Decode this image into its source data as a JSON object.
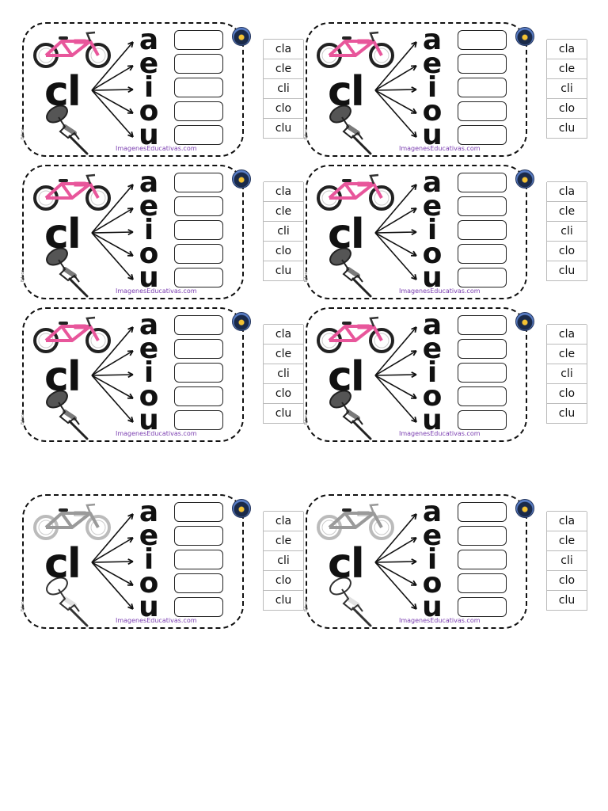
{
  "syllable_base": "cl",
  "vowels": [
    "a",
    "e",
    "i",
    "o",
    "u"
  ],
  "syllables": [
    "cla",
    "cle",
    "cli",
    "clo",
    "clu"
  ],
  "credit": "ImagenesEducativas.com",
  "edge_text": "Educa",
  "cards": [
    {
      "style": "color"
    },
    {
      "style": "color"
    },
    {
      "style": "color"
    },
    {
      "style": "color"
    },
    {
      "style": "color"
    },
    {
      "style": "color"
    },
    {
      "style": "outline"
    },
    {
      "style": "outline"
    }
  ],
  "colors": {
    "bike_color": "#e8569b",
    "bike_outline": "#9a9a9a",
    "pin_color": "#555555",
    "credit_color": "#7a3db0"
  },
  "icons": [
    "bicycle-icon",
    "thumbtack-icon",
    "badge-icon",
    "arrow-icon"
  ]
}
